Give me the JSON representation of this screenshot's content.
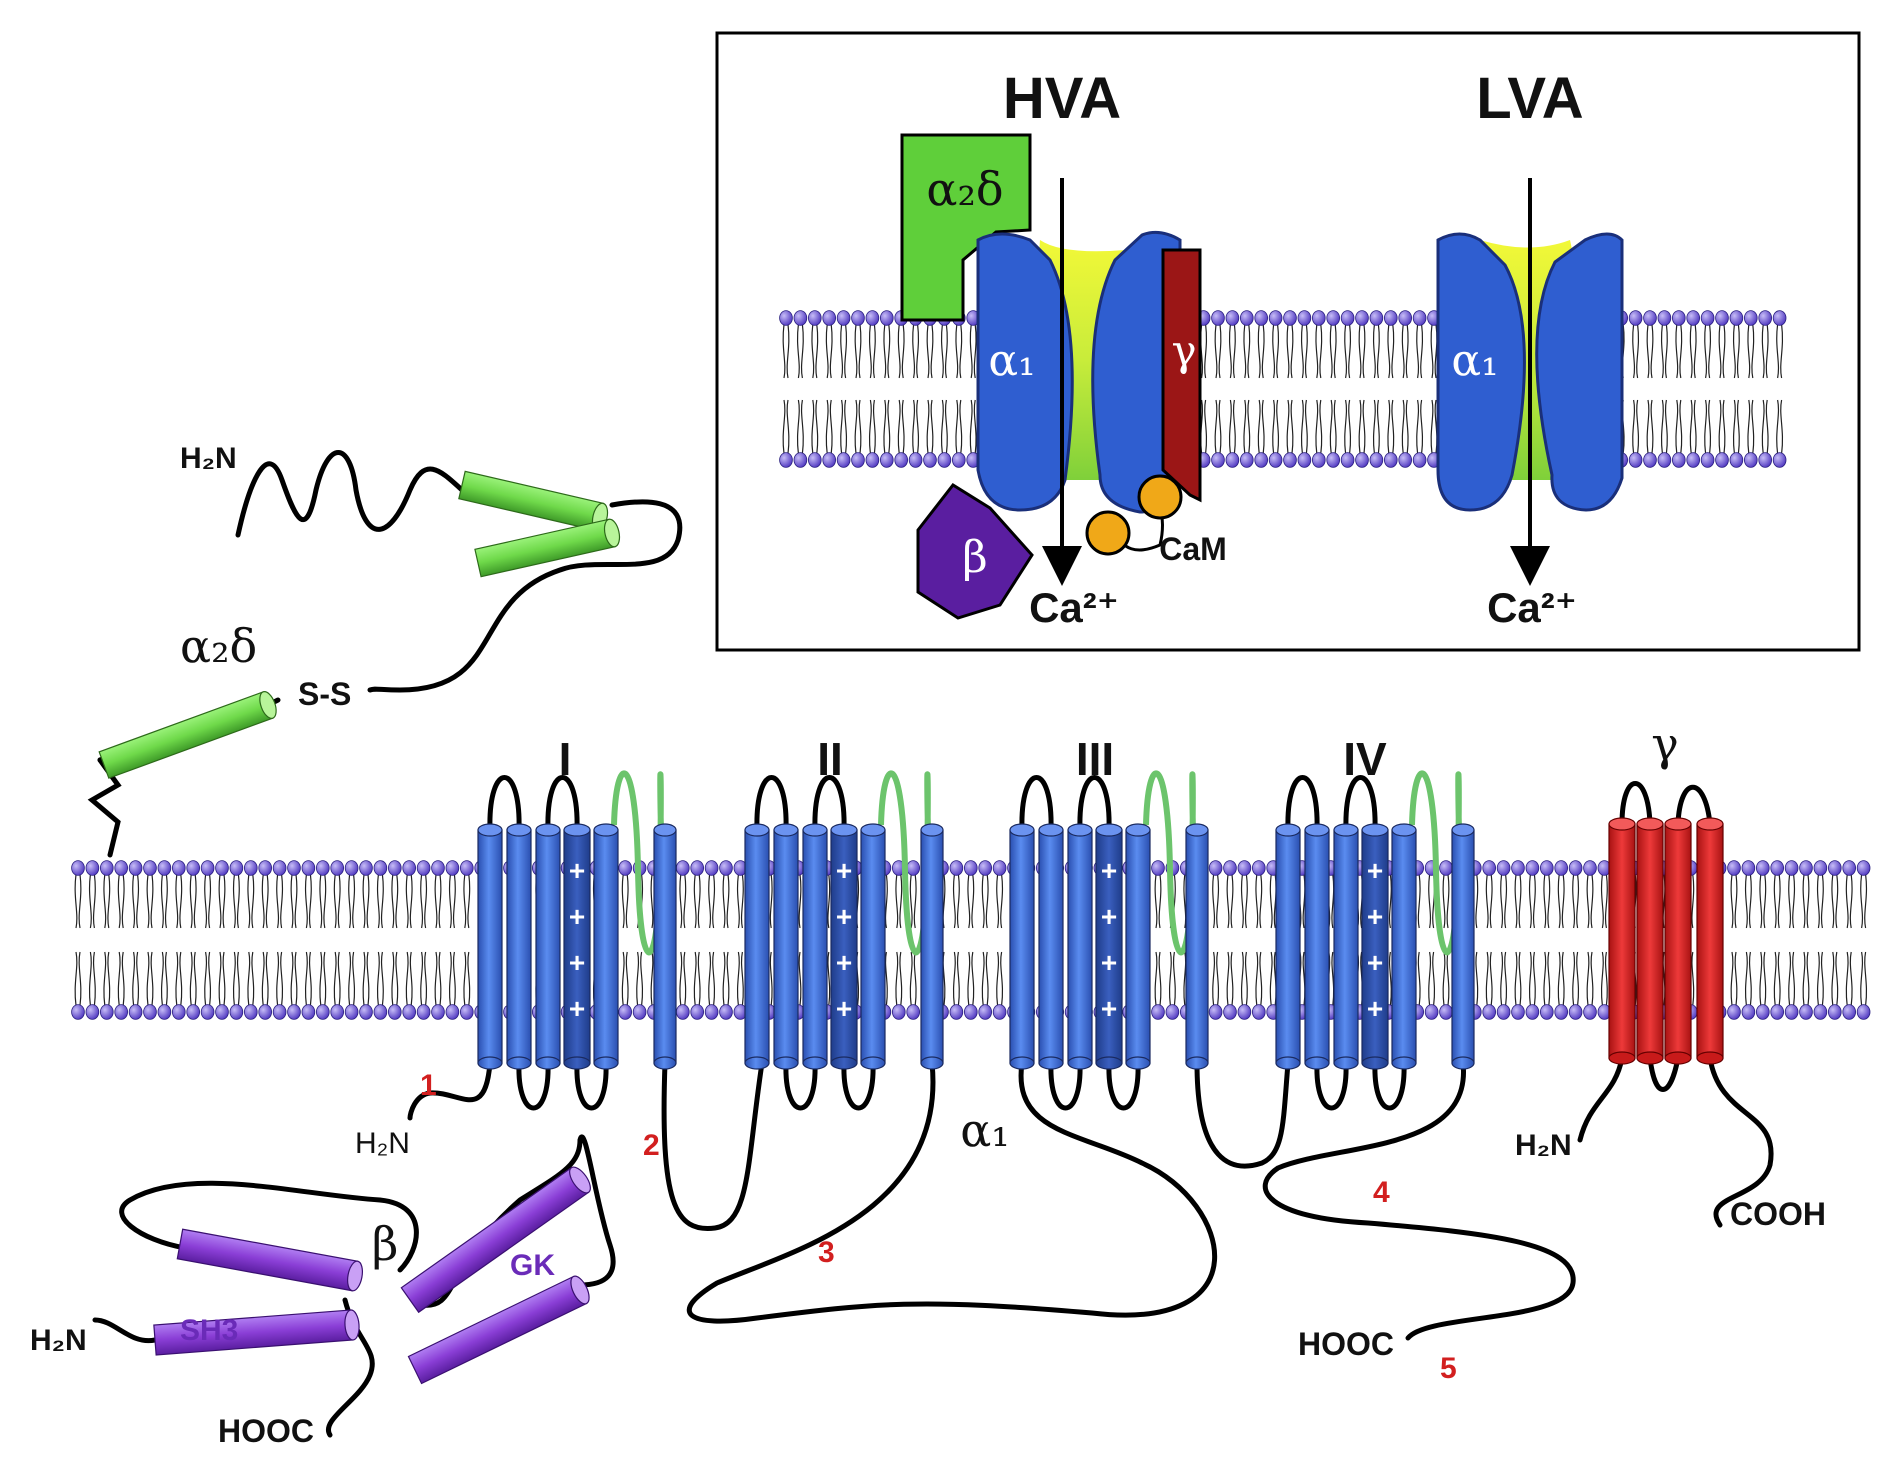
{
  "colors": {
    "helix_blue": "#3a69d6",
    "helix_blue_dark": "#2a4fb0",
    "helix_blue_s4": "#2d4f9e",
    "helix_green": "#6fd94a",
    "helix_purple": "#8a3ed6",
    "helix_red": "#d01e1e",
    "gamma_dark_red": "#9b1616",
    "beta_purple": "#5a1ea0",
    "pore_yellow": "#e6f234",
    "cam_orange": "#f0a818",
    "lipid_head": "#6b54d8",
    "label_red": "#d21f1f",
    "gk_purple": "#6a2bb8"
  },
  "inset": {
    "hva_title": "HVA",
    "lva_title": "LVA",
    "alpha2delta": "α₂δ",
    "alpha1_hva": "α₁",
    "alpha1_lva": "α₁",
    "gamma": "γ",
    "beta": "β",
    "cam": "CaM",
    "ca_hva": "Ca²⁺",
    "ca_lva": "Ca²⁺"
  },
  "alpha2delta": {
    "h2n": "H₂N",
    "label": "α₂δ",
    "ss": "S-S"
  },
  "alpha1": {
    "domains": [
      "I",
      "II",
      "III",
      "IV"
    ],
    "label": "α₁",
    "h2n": "H₂N",
    "hooc": "HOOC",
    "plus": "+",
    "loops": [
      "1",
      "2",
      "3",
      "4",
      "5"
    ]
  },
  "gamma_subunit": {
    "label": "γ",
    "h2n": "H₂N",
    "cooh": "COOH"
  },
  "beta_subunit": {
    "label": "β",
    "sh3": "SH3",
    "gk": "GK",
    "h2n": "H₂N",
    "hooc": "HOOC"
  }
}
